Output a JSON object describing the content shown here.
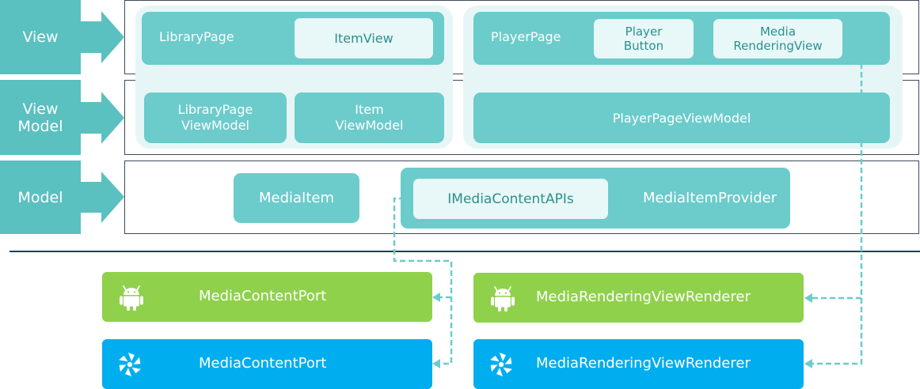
{
  "layers": {
    "view": "View",
    "viewmodel": "View\nModel",
    "model": "Model"
  },
  "view_layer": {
    "library_page": "LibraryPage",
    "item_view": "ItemView",
    "player_page": "PlayerPage",
    "player_button": "Player\nButton",
    "media_rendering_view": "Media\nRenderingView"
  },
  "viewmodel_layer": {
    "library_page_viewmodel": "LibraryPage\nViewModel",
    "item_viewmodel": "Item\nViewModel",
    "player_page_viewmodel": "PlayerPageViewModel"
  },
  "model_layer": {
    "media_item": "MediaItem",
    "imedia_content_apis": "IMediaContentAPIs",
    "media_item_provider": "MediaItemProvider"
  },
  "platform": {
    "android_content_port": "MediaContentPort",
    "android_renderer": "MediaRenderingViewRenderer",
    "tizen_content_port": "MediaContentPort",
    "tizen_renderer": "MediaRenderingViewRenderer",
    "android_icon": "android-icon",
    "tizen_icon": "tizen-icon"
  },
  "colors": {
    "layer_arrow": "#5bc0c0",
    "teal_box": "#6ccbcb",
    "light_box": "#e8f7f7",
    "group_bg": "#e6f6f6",
    "android_green": "#8fd14b",
    "tizen_blue": "#00adef",
    "divider": "#1f3d6b",
    "dashed_line": "#6ccbcb"
  }
}
